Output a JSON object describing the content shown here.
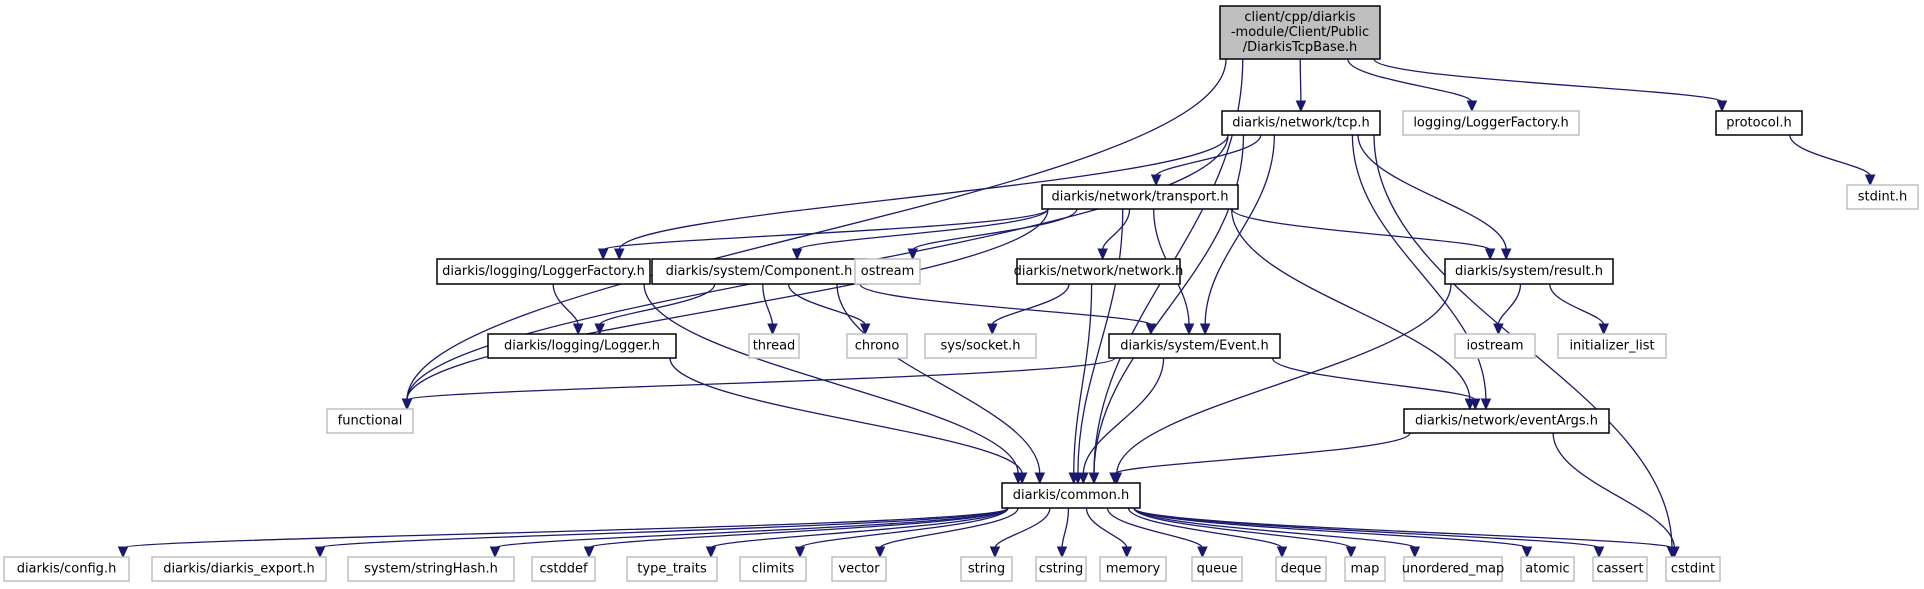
{
  "title": "client/cpp/diarkis-module/Client/Public/DiarkisTcpBase.h",
  "colors": {
    "edge": "#191970",
    "root_fill": "#bfbfbf",
    "local_border": "#000000",
    "system_border": "#bfbfbf"
  },
  "nodes": [
    {
      "id": "root",
      "lines": [
        "client/cpp/diarkis",
        "-module/Client/Public",
        "/DiarkisTcpBase.h"
      ],
      "kind": "root"
    },
    {
      "id": "tcp",
      "lines": [
        "diarkis/network/tcp.h"
      ],
      "kind": "local"
    },
    {
      "id": "logfactory_sys",
      "lines": [
        "logging/LoggerFactory.h"
      ],
      "kind": "sys"
    },
    {
      "id": "protocol",
      "lines": [
        "protocol.h"
      ],
      "kind": "local"
    },
    {
      "id": "stdint",
      "lines": [
        "stdint.h"
      ],
      "kind": "sys"
    },
    {
      "id": "transport",
      "lines": [
        "diarkis/network/transport.h"
      ],
      "kind": "local"
    },
    {
      "id": "loggerfactory",
      "lines": [
        "diarkis/logging/LoggerFactory.h"
      ],
      "kind": "local"
    },
    {
      "id": "component",
      "lines": [
        "diarkis/system/Component.h"
      ],
      "kind": "local"
    },
    {
      "id": "ostream",
      "lines": [
        "ostream"
      ],
      "kind": "sys"
    },
    {
      "id": "network",
      "lines": [
        "diarkis/network/network.h"
      ],
      "kind": "local"
    },
    {
      "id": "result",
      "lines": [
        "diarkis/system/result.h"
      ],
      "kind": "local"
    },
    {
      "id": "logger",
      "lines": [
        "diarkis/logging/Logger.h"
      ],
      "kind": "local"
    },
    {
      "id": "thread",
      "lines": [
        "thread"
      ],
      "kind": "sys"
    },
    {
      "id": "chrono",
      "lines": [
        "chrono"
      ],
      "kind": "sys"
    },
    {
      "id": "socket",
      "lines": [
        "sys/socket.h"
      ],
      "kind": "sys"
    },
    {
      "id": "event",
      "lines": [
        "diarkis/system/Event.h"
      ],
      "kind": "local"
    },
    {
      "id": "iostream",
      "lines": [
        "iostream"
      ],
      "kind": "sys"
    },
    {
      "id": "initlist",
      "lines": [
        "initializer_list"
      ],
      "kind": "sys"
    },
    {
      "id": "functional",
      "lines": [
        "functional"
      ],
      "kind": "sys"
    },
    {
      "id": "eventargs",
      "lines": [
        "diarkis/network/eventArgs.h"
      ],
      "kind": "local"
    },
    {
      "id": "common",
      "lines": [
        "diarkis/common.h"
      ],
      "kind": "local"
    },
    {
      "id": "config",
      "lines": [
        "diarkis/config.h"
      ],
      "kind": "sys"
    },
    {
      "id": "export",
      "lines": [
        "diarkis/diarkis_export.h"
      ],
      "kind": "sys"
    },
    {
      "id": "stringhash",
      "lines": [
        "system/stringHash.h"
      ],
      "kind": "sys"
    },
    {
      "id": "cstddef",
      "lines": [
        "cstddef"
      ],
      "kind": "sys"
    },
    {
      "id": "type_traits",
      "lines": [
        "type_traits"
      ],
      "kind": "sys"
    },
    {
      "id": "climits",
      "lines": [
        "climits"
      ],
      "kind": "sys"
    },
    {
      "id": "vector",
      "lines": [
        "vector"
      ],
      "kind": "sys"
    },
    {
      "id": "string",
      "lines": [
        "string"
      ],
      "kind": "sys"
    },
    {
      "id": "cstring",
      "lines": [
        "cstring"
      ],
      "kind": "sys"
    },
    {
      "id": "memory",
      "lines": [
        "memory"
      ],
      "kind": "sys"
    },
    {
      "id": "queue",
      "lines": [
        "queue"
      ],
      "kind": "sys"
    },
    {
      "id": "deque",
      "lines": [
        "deque"
      ],
      "kind": "sys"
    },
    {
      "id": "map",
      "lines": [
        "map"
      ],
      "kind": "sys"
    },
    {
      "id": "unordered_map",
      "lines": [
        "unordered_map"
      ],
      "kind": "sys"
    },
    {
      "id": "atomic",
      "lines": [
        "atomic"
      ],
      "kind": "sys"
    },
    {
      "id": "cassert",
      "lines": [
        "cassert"
      ],
      "kind": "sys"
    },
    {
      "id": "cstdint",
      "lines": [
        "cstdint"
      ],
      "kind": "sys"
    }
  ],
  "edges": [
    [
      "root",
      "tcp"
    ],
    [
      "root",
      "logfactory_sys"
    ],
    [
      "root",
      "protocol"
    ],
    [
      "root",
      "functional"
    ],
    [
      "root",
      "common"
    ],
    [
      "protocol",
      "stdint"
    ],
    [
      "tcp",
      "transport"
    ],
    [
      "tcp",
      "loggerfactory"
    ],
    [
      "tcp",
      "functional"
    ],
    [
      "tcp",
      "event"
    ],
    [
      "tcp",
      "result"
    ],
    [
      "tcp",
      "eventargs"
    ],
    [
      "tcp",
      "common"
    ],
    [
      "tcp",
      "cstdint"
    ],
    [
      "transport",
      "loggerfactory"
    ],
    [
      "transport",
      "component"
    ],
    [
      "transport",
      "ostream"
    ],
    [
      "transport",
      "network"
    ],
    [
      "transport",
      "event"
    ],
    [
      "transport",
      "result"
    ],
    [
      "transport",
      "eventargs"
    ],
    [
      "transport",
      "functional"
    ],
    [
      "transport",
      "common"
    ],
    [
      "loggerfactory",
      "logger"
    ],
    [
      "loggerfactory",
      "common"
    ],
    [
      "component",
      "logger"
    ],
    [
      "component",
      "thread"
    ],
    [
      "component",
      "chrono"
    ],
    [
      "component",
      "event"
    ],
    [
      "component",
      "common"
    ],
    [
      "network",
      "socket"
    ],
    [
      "network",
      "common"
    ],
    [
      "result",
      "iostream"
    ],
    [
      "result",
      "initlist"
    ],
    [
      "result",
      "common"
    ],
    [
      "logger",
      "common"
    ],
    [
      "event",
      "functional"
    ],
    [
      "event",
      "eventargs"
    ],
    [
      "event",
      "common"
    ],
    [
      "eventargs",
      "common"
    ],
    [
      "eventargs",
      "cstdint"
    ],
    [
      "common",
      "config"
    ],
    [
      "common",
      "export"
    ],
    [
      "common",
      "stringhash"
    ],
    [
      "common",
      "cstddef"
    ],
    [
      "common",
      "type_traits"
    ],
    [
      "common",
      "climits"
    ],
    [
      "common",
      "vector"
    ],
    [
      "common",
      "string"
    ],
    [
      "common",
      "cstring"
    ],
    [
      "common",
      "memory"
    ],
    [
      "common",
      "queue"
    ],
    [
      "common",
      "deque"
    ],
    [
      "common",
      "map"
    ],
    [
      "common",
      "unordered_map"
    ],
    [
      "common",
      "atomic"
    ],
    [
      "common",
      "cassert"
    ],
    [
      "common",
      "cstdint"
    ]
  ]
}
